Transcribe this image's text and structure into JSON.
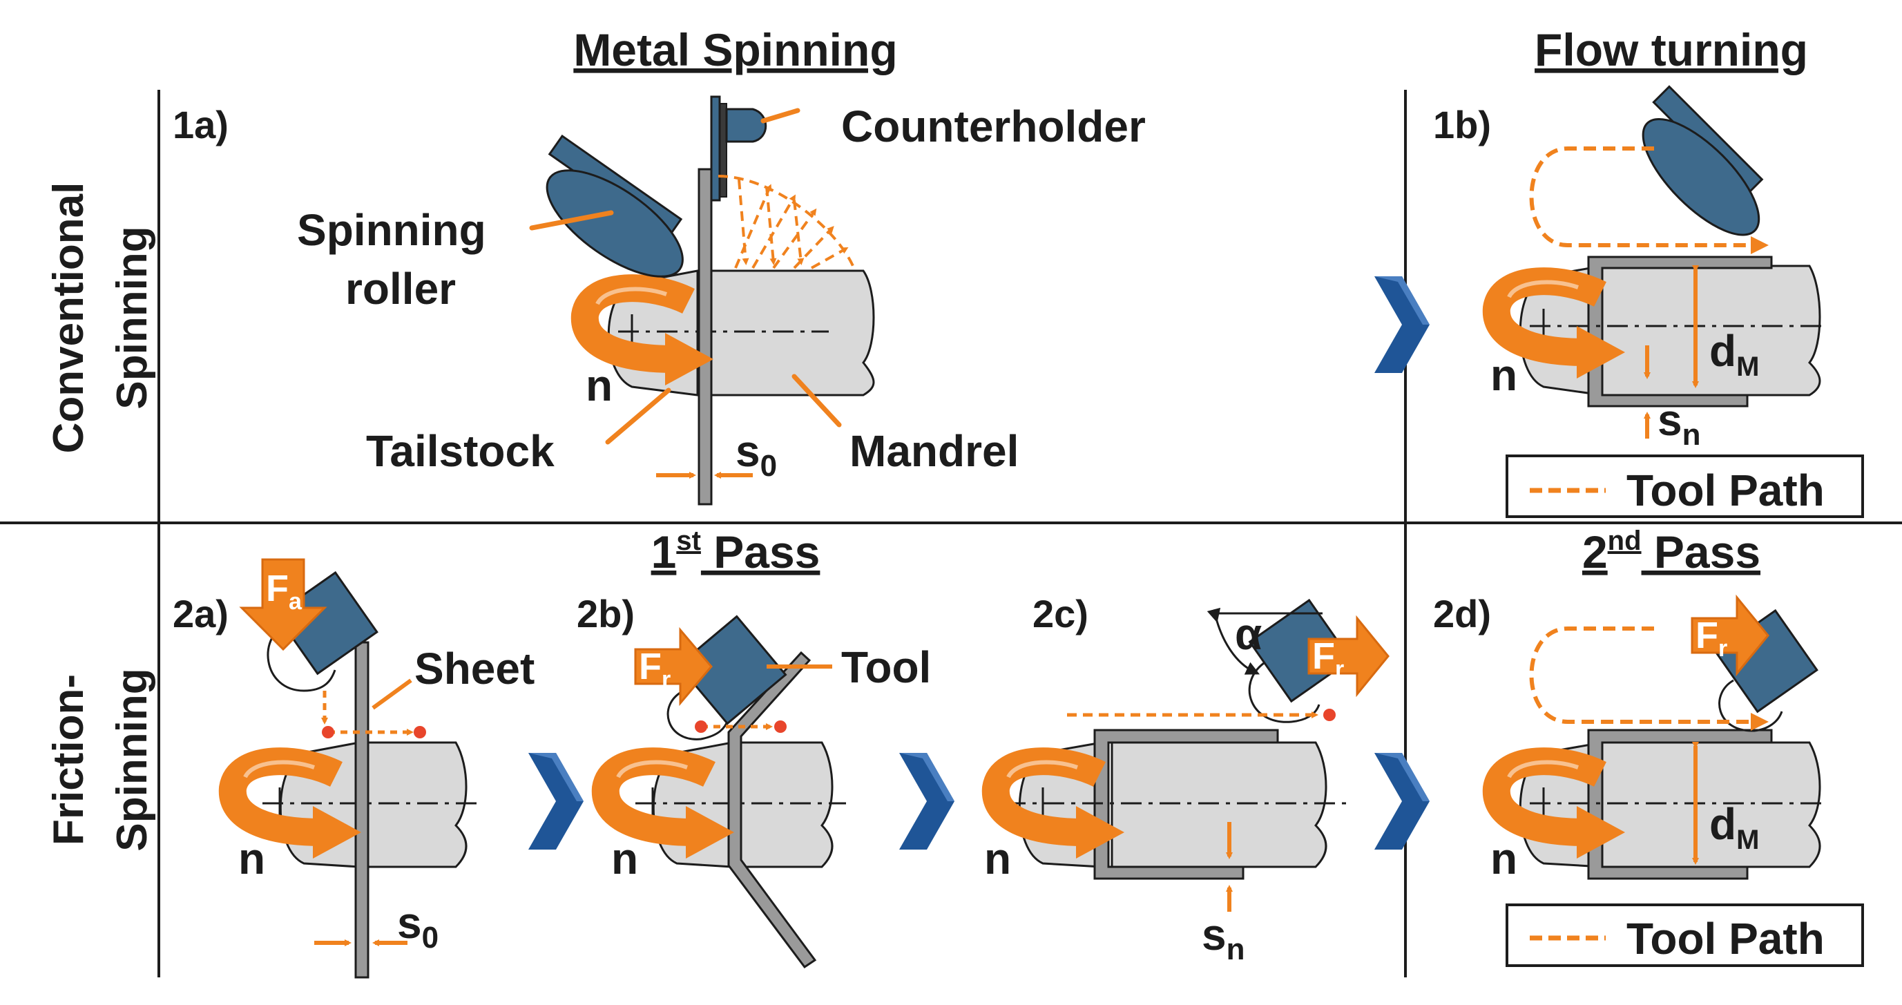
{
  "headers": {
    "metal_spinning": "Metal Spinning",
    "flow_turning": "Flow turning",
    "first_pass": "1",
    "first_pass_sup": "st",
    "first_pass_rest": " Pass",
    "second_pass": "2",
    "second_pass_sup": "nd",
    "second_pass_rest": " Pass"
  },
  "rows": {
    "conventional": [
      "Conventional",
      "Spinning"
    ],
    "friction": [
      "Friction-",
      "Spinning"
    ]
  },
  "panels": [
    "1a)",
    "1b)",
    "2a)",
    "2b)",
    "2c)",
    "2d)"
  ],
  "labels": {
    "counterholder": "Counterholder",
    "spinning_roller": [
      "Spinning",
      "roller"
    ],
    "tailstock": "Tailstock",
    "mandrel": "Mandrel",
    "sheet": "Sheet",
    "tool": "Tool",
    "tool_path": "Tool Path",
    "n": "n",
    "s": "s",
    "s0_sub": "0",
    "sn_sub": "n",
    "d": "d",
    "dM_sub": "M",
    "alpha": "α",
    "F": "F",
    "Fa_sub": "a",
    "Fr_sub": "r"
  },
  "colors": {
    "orange": "#F0821E",
    "orange_dark": "#D86A10",
    "tool_blue": "#3E6A8C",
    "chevron_blue": "#1F5597",
    "mandrel_gray": "#D9D9D9",
    "sheet_gray": "#9A9A9A",
    "line": "#1c1c1c",
    "dot_red": "#E8452B"
  }
}
